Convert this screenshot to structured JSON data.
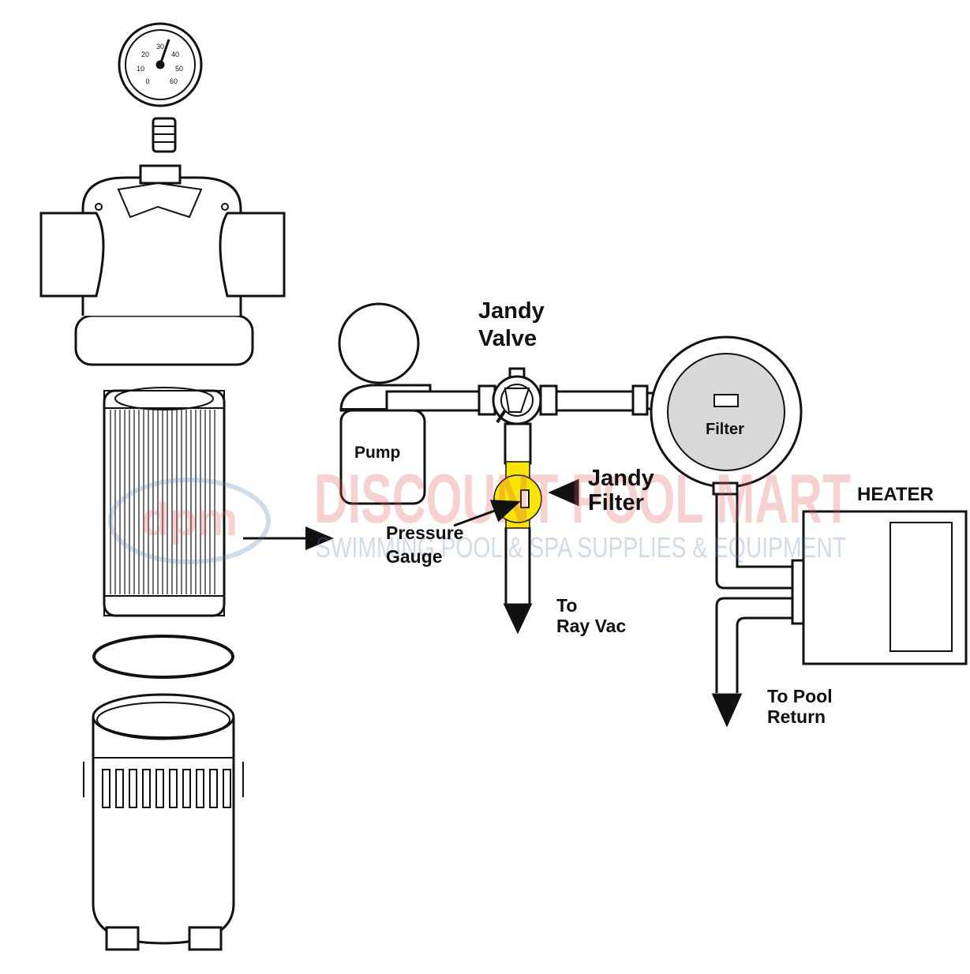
{
  "diagram": {
    "labels": {
      "jandy_valve": [
        "Jandy",
        "Valve"
      ],
      "jandy_filter": [
        "Jandy",
        "Filter"
      ],
      "pump": "Pump",
      "filter": "Filter",
      "heater": "HEATER",
      "pressure_gauge": [
        "Pressure",
        "Gauge"
      ],
      "to_ray_vac": [
        "To",
        "Ray Vac"
      ],
      "to_pool_return": [
        "To Pool",
        "Return"
      ]
    },
    "gauge_scale": [
      "0",
      "10",
      "20",
      "30",
      "40",
      "50",
      "60"
    ],
    "highlight_color": "#f7e600"
  },
  "watermark": {
    "brand_top": "DISCOUNT POOL MART",
    "brand_bottom": "SWIMMING POOL & SPA SUPPLIES & EQUIPMENT",
    "logo_text": "dpm",
    "colors": {
      "red": "#e35a5a",
      "blue": "#5a7fb5"
    }
  }
}
